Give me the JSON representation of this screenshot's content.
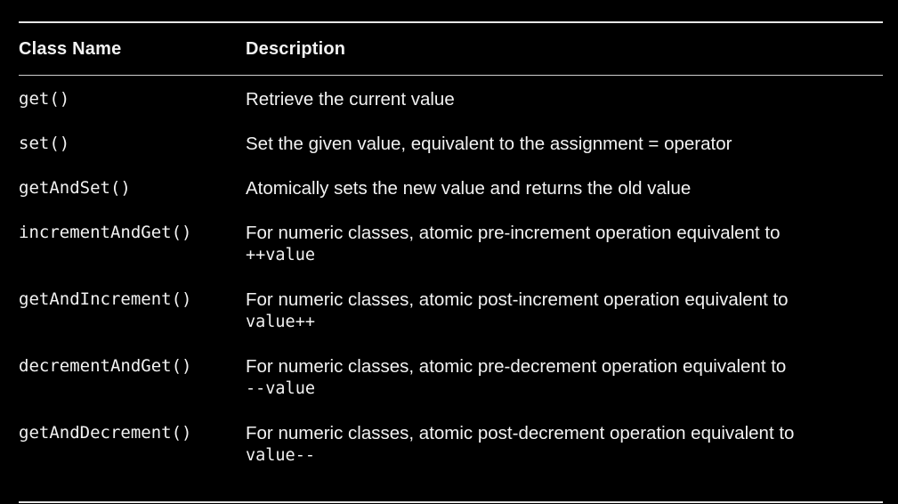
{
  "table": {
    "headers": {
      "name": "Class Name",
      "description": "Description"
    },
    "rows": [
      {
        "name": "get()",
        "description": "Retrieve the current value",
        "code": ""
      },
      {
        "name": "set()",
        "description": "Set the given value, equivalent to the assignment = operator",
        "code": ""
      },
      {
        "name": "getAndSet()",
        "description": "Atomically sets the new value and returns the old value",
        "code": ""
      },
      {
        "name": "incrementAndGet()",
        "description": "For numeric classes, atomic pre-increment operation equivalent to",
        "code": "++value"
      },
      {
        "name": "getAndIncrement()",
        "description": "For numeric classes, atomic post-increment operation equivalent to",
        "code": "value++"
      },
      {
        "name": "decrementAndGet()",
        "description": "For numeric classes, atomic pre-decrement operation equivalent to",
        "code": "--value"
      },
      {
        "name": "getAndDecrement()",
        "description": "For numeric classes, atomic post-decrement operation equivalent to",
        "code": "value--"
      }
    ]
  }
}
